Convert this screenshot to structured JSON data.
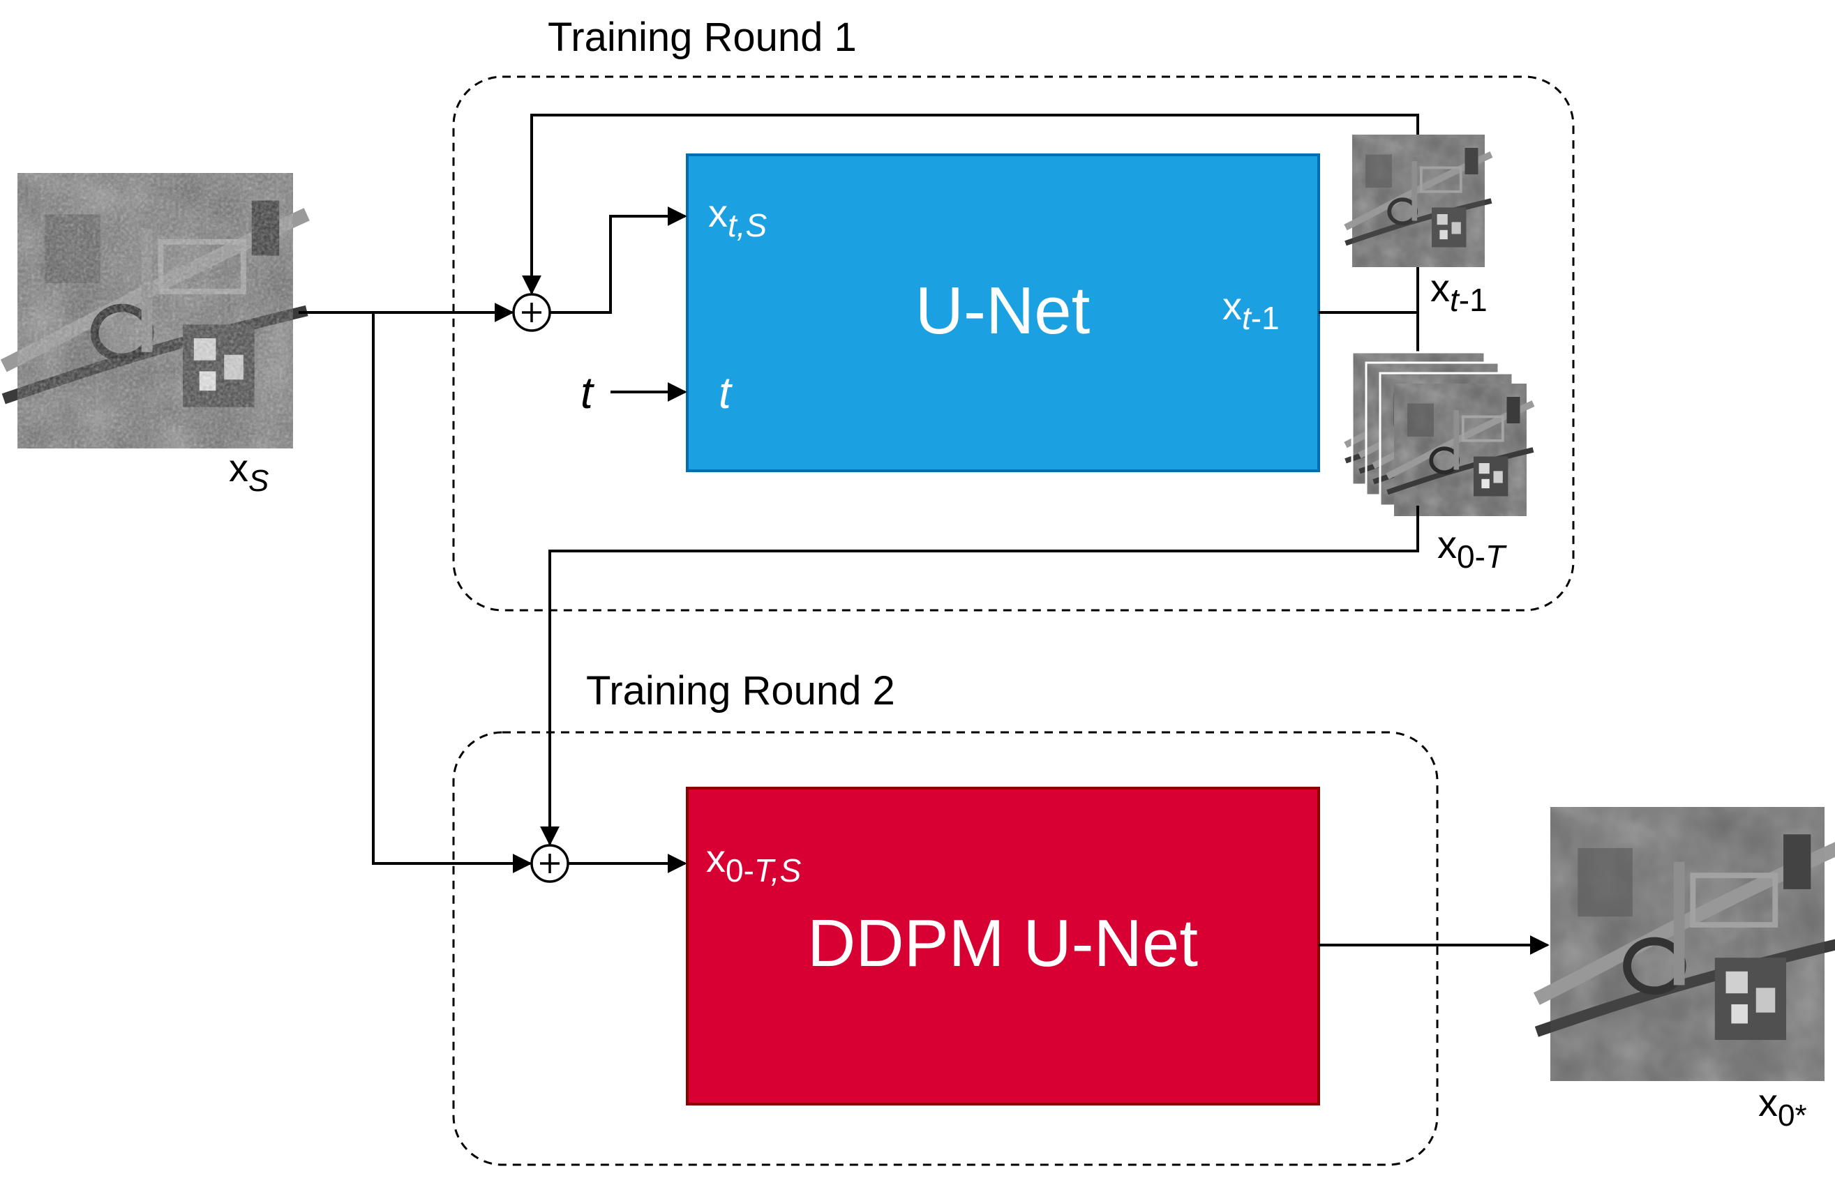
{
  "round1": {
    "title": "Training Round 1",
    "block_label": "U-Net",
    "in_xts_base": "x",
    "in_xts_sub": "t,S",
    "in_t": "t",
    "out_base": "x",
    "out_sub_italic": "t",
    "out_sub_rest": "-1",
    "ext_t": "t",
    "thumb1_base": "x",
    "thumb1_sub_italic": "t",
    "thumb1_sub_rest": "-1",
    "stack_base": "x",
    "stack_sub_rest": "0-",
    "stack_sub_italic": "T"
  },
  "round2": {
    "title": "Training Round 2",
    "block_label": "DDPM U-Net",
    "in_base": "x",
    "in_sub_rest": "0-",
    "in_sub_italic": "T,S"
  },
  "input": {
    "base": "x",
    "sub": "S"
  },
  "output": {
    "base": "x",
    "sub": "0*"
  },
  "colors": {
    "unet_fill": "#1ba1e2",
    "unet_border": "#006eaf",
    "ddpm_fill": "#d80032",
    "ddpm_border": "#8b0000",
    "line": "#000000"
  },
  "icons": {
    "sum": "circled-plus-icon",
    "image": "sar-image-thumbnail"
  }
}
